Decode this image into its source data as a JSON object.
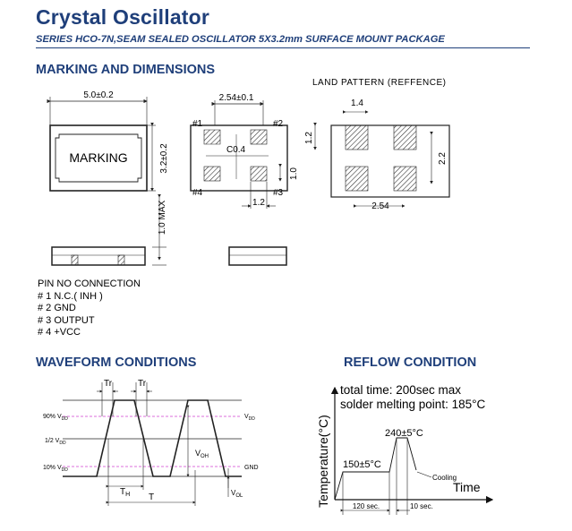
{
  "title": "Crystal Oscillator",
  "subtitle": "SERIES HCO-7N,SEAM SEALED OSCILLATOR 5X3.2mm SURFACE MOUNT PACKAGE",
  "sections": {
    "marking": "MARKING AND DIMENSIONS",
    "waveform": "WAVEFORM CONDITIONS",
    "reflow": "REFLOW CONDITION"
  },
  "package": {
    "marking_text": "MARKING",
    "width_dim": "5.0±0.2",
    "height_dim": "3.2±0.2",
    "pad_pitch": "2.54±0.1",
    "chamfer": "C0.4",
    "pad_h": "1.0",
    "pad_w": "1.2",
    "max_height": "1.0 MAX",
    "pin_labels": [
      "#1",
      "#2",
      "#3",
      "#4"
    ]
  },
  "land_pattern": {
    "title": "LAND  PATTERN  (REFFENCE)",
    "pad_w": "1.4",
    "pad_h": "1.2",
    "span_v": "2.2",
    "span_h": "2.54"
  },
  "pin_connection": {
    "header": "PIN NO CONNECTION",
    "items": [
      "# 1 N.C.( INH )",
      "# 2 GND",
      "# 3 OUTPUT",
      "# 4 +VCC"
    ]
  },
  "waveform": {
    "tr": "Tr",
    "tf": "Tr",
    "lvl_90": "90% V",
    "lvl_50": "1/2  V",
    "lvl_10": "10% V",
    "sub_dd": "DD",
    "vdd": "V",
    "gnd": "GND",
    "voh": "V",
    "voh_sub": "OH",
    "vol": "V",
    "vol_sub": "OL",
    "th": "T",
    "th_sub": "H",
    "t": "T"
  },
  "reflow": {
    "total_time": "total time: 200sec max",
    "melting": "solder melting point: 185°C",
    "peak": "240±5°C",
    "preheat": "150±5°C",
    "cooling": "Cooling",
    "y_axis": "Temperature(°C)",
    "x_axis": "Time",
    "dur1": "120 sec.",
    "dur2": "10 sec."
  },
  "colors": {
    "heading": "#1f3f7a",
    "dashed_level": "#d040d0"
  }
}
